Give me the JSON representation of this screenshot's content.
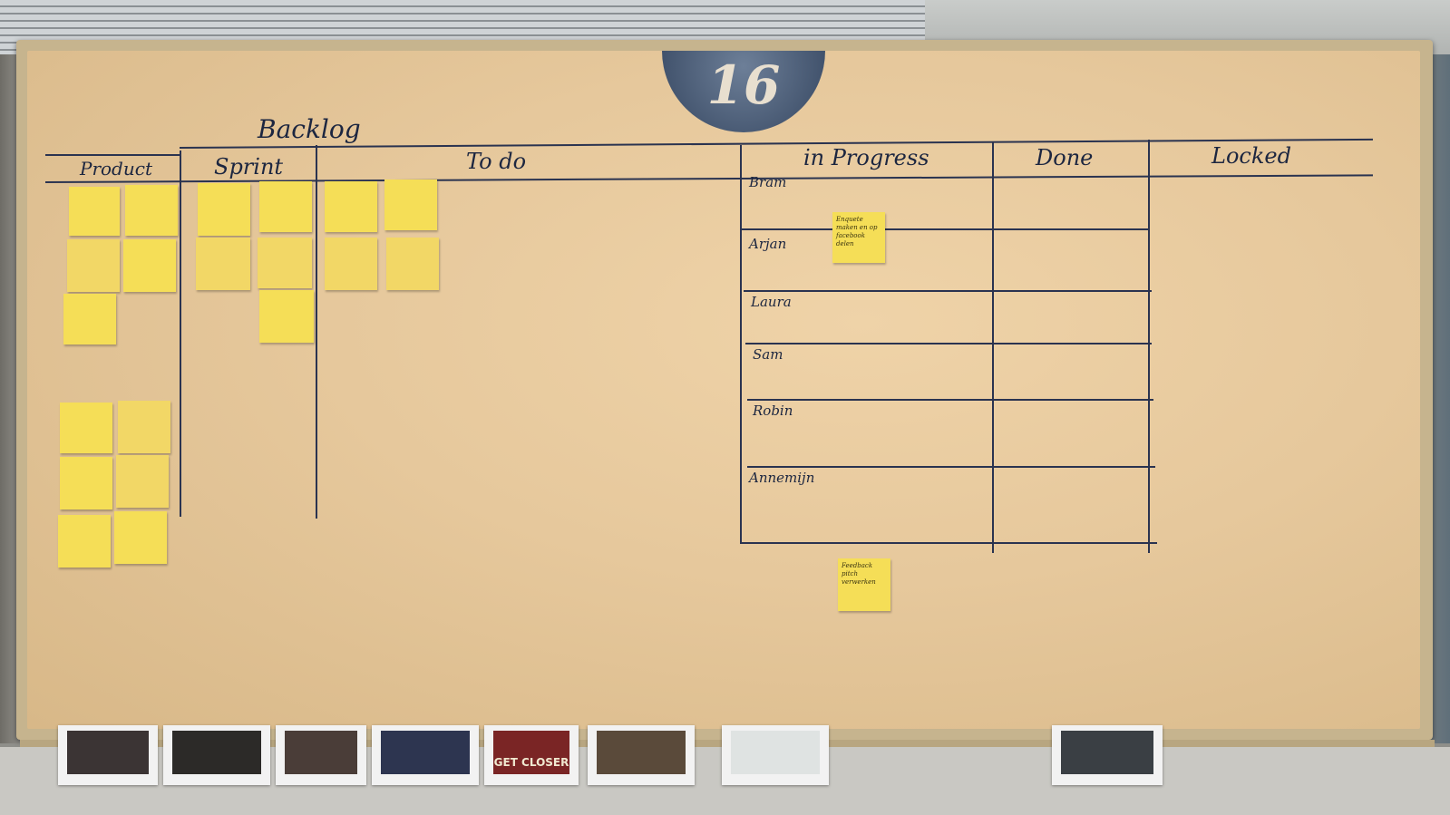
{
  "logo": {
    "text": "16"
  },
  "board": {
    "title": "Backlog",
    "columns": {
      "product": "Product",
      "sprint": "Sprint",
      "todo": "To do",
      "in_progress": "in Progress",
      "done": "Done",
      "locked": "Locked"
    },
    "people": [
      "Bram",
      "Arjan",
      "Laura",
      "Sam",
      "Robin",
      "Annemijn"
    ]
  },
  "notes": {
    "progress_note": "Enquete maken en op facebook delen",
    "bottom_note": "Feedback pitch verwerken"
  },
  "poster": {
    "caption": "GET CLOSER"
  },
  "colors": {
    "board": "#e6c89c",
    "sticky": "#f5de57",
    "ink": "#1c2640"
  }
}
